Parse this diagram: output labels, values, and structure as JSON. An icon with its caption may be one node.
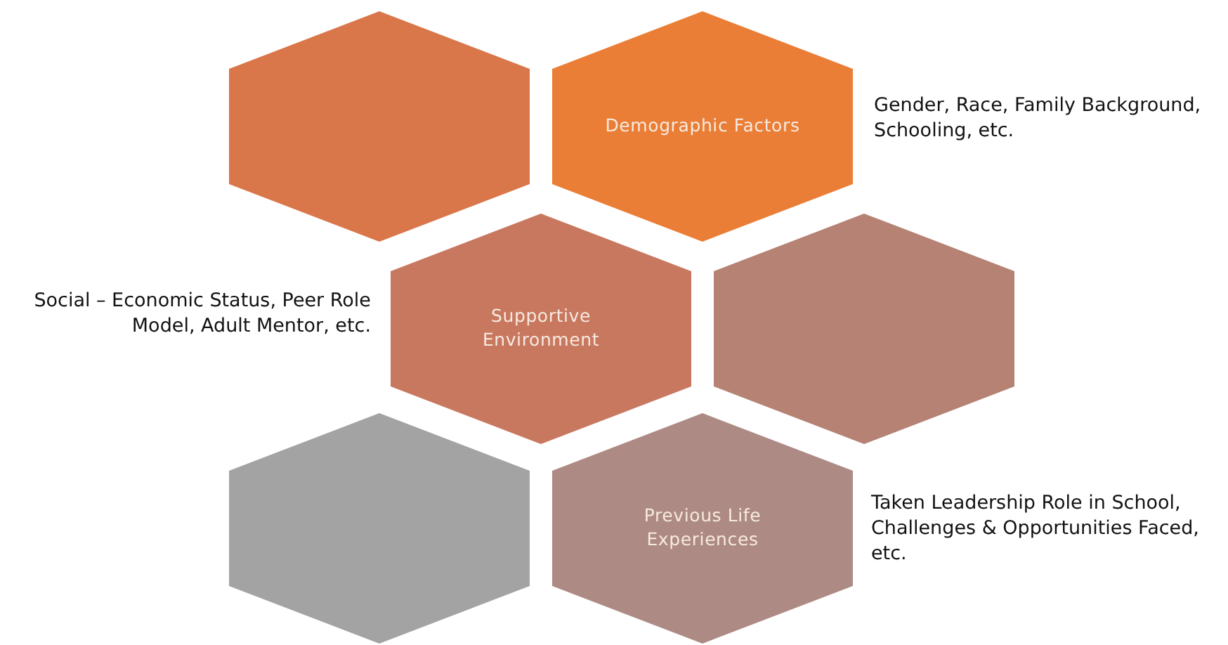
{
  "diagram": {
    "nodes": [
      {
        "text": [],
        "shape": "hexagon"
      },
      {
        "text": [
          "Demographic Factors"
        ],
        "beside": [
          "Gender, Race, Family Background, Schooling, etc."
        ]
      },
      {
        "text": [
          "Supportive Environment"
        ],
        "beside": [
          "Social – Economic Status, Peer Role Model, Adult Mentor, etc."
        ]
      },
      {
        "text": [],
        "shape": "hexagon"
      },
      {
        "text": [],
        "shape": "hexagon"
      },
      {
        "text": [
          "Previous Life Experiences"
        ],
        "beside": [
          "Taken Leadership Role in School, Challenges & Opportunities Faced, etc."
        ]
      }
    ]
  }
}
